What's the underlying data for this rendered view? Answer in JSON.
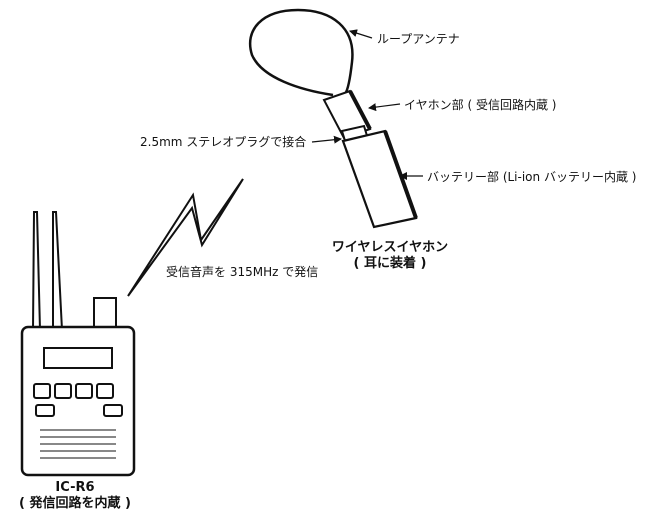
{
  "labels": {
    "loop_antenna": "ループアンテナ",
    "earphone_part": "イヤホン部 ( 受信回路内蔵 )",
    "stereo_plug": "2.5mm ステレオプラグで接合",
    "battery_part": "バッテリー部 (Li-ion バッテリー内蔵 )",
    "transmission": "受信音声を 315MHz で発信"
  },
  "earphone_title": {
    "line1": "ワイヤレスイヤホン",
    "line2": "( 耳に装着 )"
  },
  "receiver_title": {
    "line1": "IC-R6",
    "line2": "( 発信回路を内蔵 )"
  },
  "colors": {
    "ink": "#111111",
    "background": "#ffffff"
  }
}
